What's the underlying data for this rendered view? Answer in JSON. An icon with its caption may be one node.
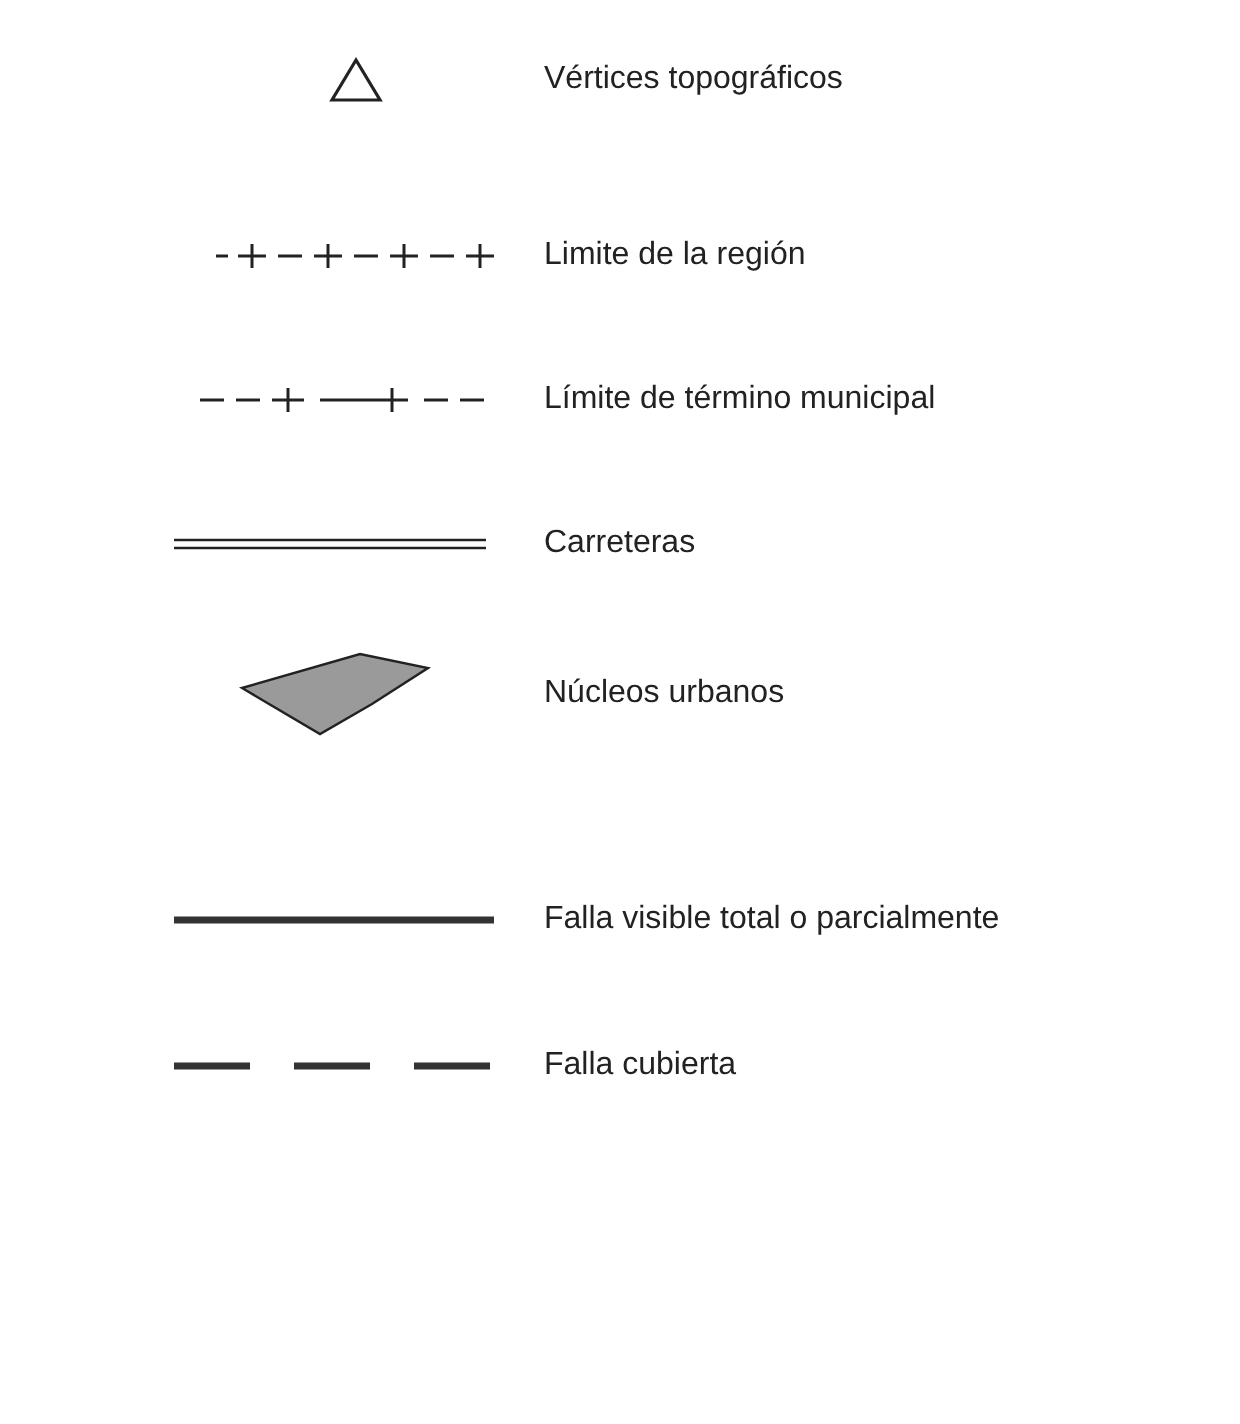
{
  "diagram": {
    "legend": [
      {
        "text": "Vértices topográficos"
      },
      {
        "text": "Limite de la región"
      },
      {
        "text": "Límite de término municipal"
      },
      {
        "text": "Carreteras"
      },
      {
        "text": "Núcleos urbanos"
      },
      {
        "text": "Falla visible total o parcialmente"
      },
      {
        "text": "Falla cubierta"
      }
    ]
  }
}
